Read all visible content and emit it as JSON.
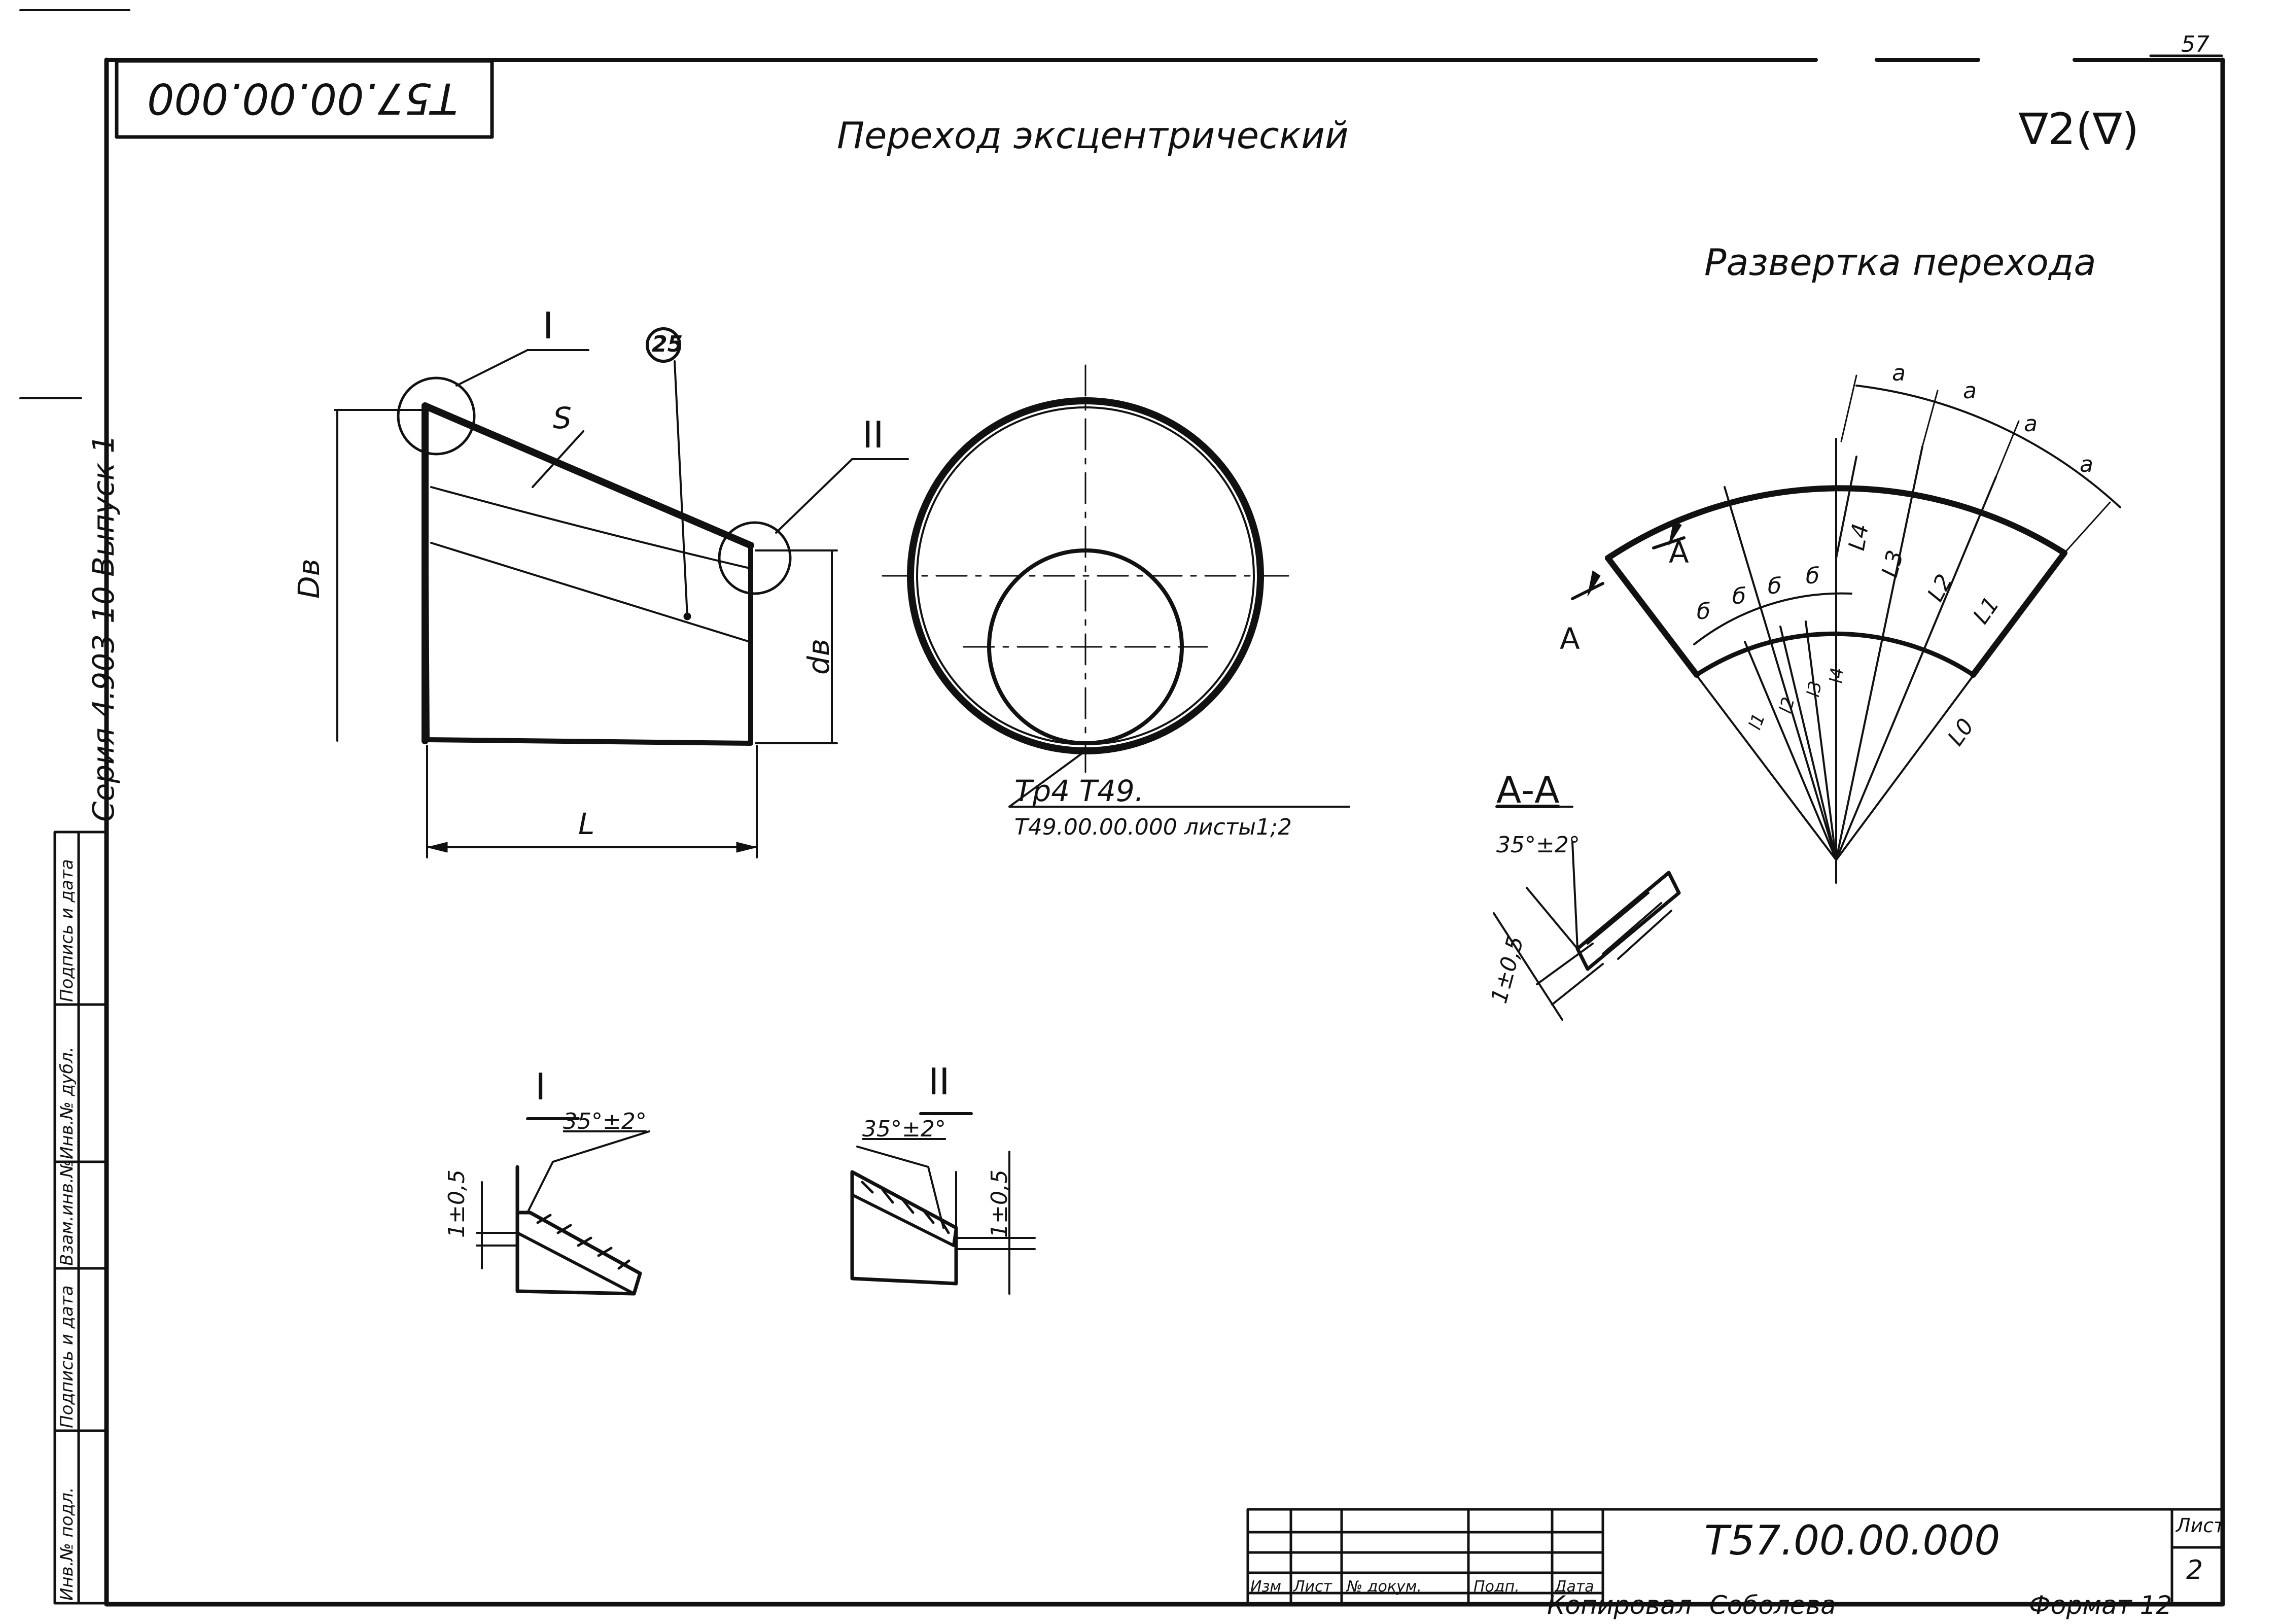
{
  "sheet_number": "57",
  "doc_code_stamp": "T57.00.00.000",
  "title": "Переход эксцентрический",
  "roughness": "∇2(∇)",
  "development_title": "Развертка перехода",
  "side_strip": "Серия 4.903-10 Выпуск 1",
  "labels": {
    "detail_I": "I",
    "detail_II": "II",
    "pos": "25",
    "S": "S",
    "D": "Dв",
    "d": "dв",
    "L": "L",
    "ref_line1": "Тр4 Т49.",
    "ref_line2": "Т49.00.00.000 листы1;2",
    "section": "А-А",
    "A": "А",
    "a": "a",
    "b": "б",
    "L0": "L0",
    "L1": "L1",
    "L2": "L2",
    "L3": "L3",
    "L4": "L4",
    "l1": "l1",
    "l2": "l2",
    "l3": "l3",
    "l4": "l4",
    "angle_aa": "35°±2°",
    "gap_aa": "1±0,5",
    "angle_I": "35°±2°",
    "gap_I": "1±0,5",
    "angle_II": "35°±2°",
    "gap_II": "1±0,5"
  },
  "side_table": [
    "Подпись и дата",
    "Инв.№ дубл.",
    "Взам.инв.№",
    "Подпись и дата",
    "Инв.№ подл."
  ],
  "title_block": {
    "code": "Т57.00.00.000",
    "sheet_label": "Лист",
    "sheet": "2",
    "cols": [
      "Изм",
      "Лист",
      "№ докум.",
      "Подп.",
      "Дата"
    ],
    "copied": "Копировал",
    "copier": "Соболева",
    "format": "Формат 12"
  }
}
